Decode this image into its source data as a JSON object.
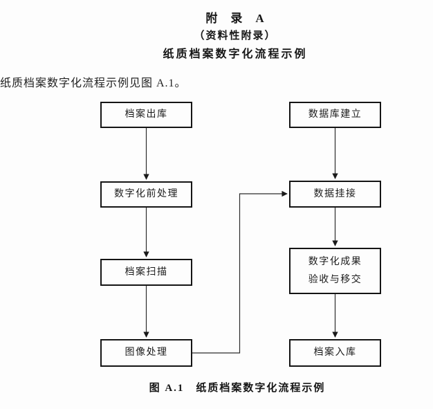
{
  "document": {
    "heading_line1": "附　录　A",
    "heading_line2": "（资料性附录）",
    "heading_line3": "纸质档案数字化流程示例",
    "intro_text": "纸质档案数字化流程示例见图 A.1。",
    "figure_caption": "图 A.1　纸质档案数字化流程示例"
  },
  "flowchart": {
    "left_column": [
      {
        "label": "档案出库"
      },
      {
        "label": "数字化前处理"
      },
      {
        "label": "档案扫描"
      },
      {
        "label": "图像处理"
      }
    ],
    "right_column": [
      {
        "label": "数据库建立"
      },
      {
        "label": "数据挂接"
      },
      {
        "label": "数字化成果\n验收与移交"
      },
      {
        "label": "档案入库"
      }
    ],
    "colors": {
      "line": "#2b2b2b",
      "box_border": "#141414",
      "text": "#1a1a1a",
      "background": "#fdfdfd"
    }
  }
}
